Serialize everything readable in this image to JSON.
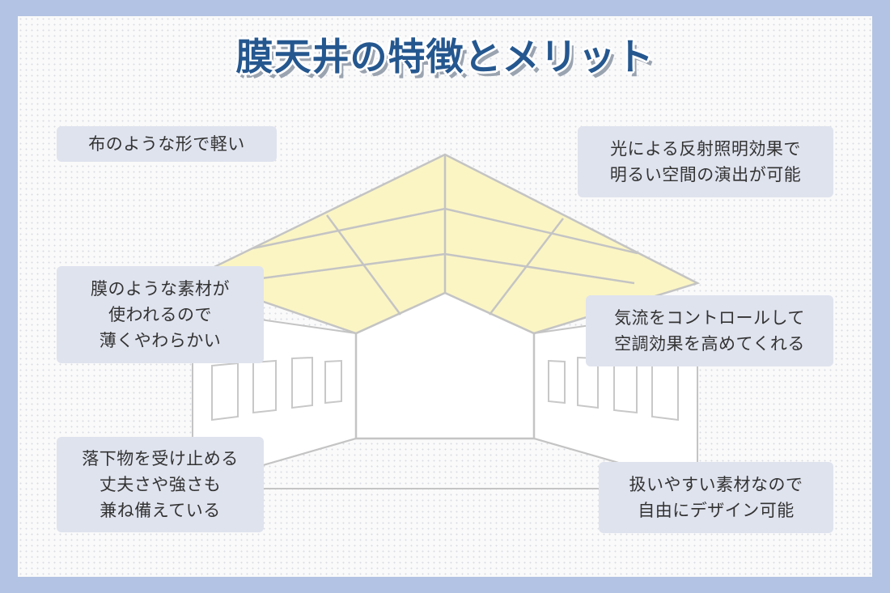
{
  "title": "膜天井の特徴とメリット",
  "colors": {
    "background_frame": "#b3c3e3",
    "title": "#25578f",
    "ceiling_panel": "#fbf5c4",
    "label_box": "#dfe3ee",
    "lines": "#c4c4c4"
  },
  "features": [
    {
      "text": "布のような形で軽い"
    },
    {
      "text": "膜のような素材が\n使われるので\n薄くやわらかい"
    },
    {
      "text": "落下物を受け止める\n丈夫さや強さも\n兼ね備えている"
    },
    {
      "text": "光による反射照明効果で\n明るい空間の演出が可能"
    },
    {
      "text": "気流をコントロールして\n空調効果を高めてくれる"
    },
    {
      "text": "扱いやすい素材なので\n自由にデザイン可能"
    }
  ]
}
